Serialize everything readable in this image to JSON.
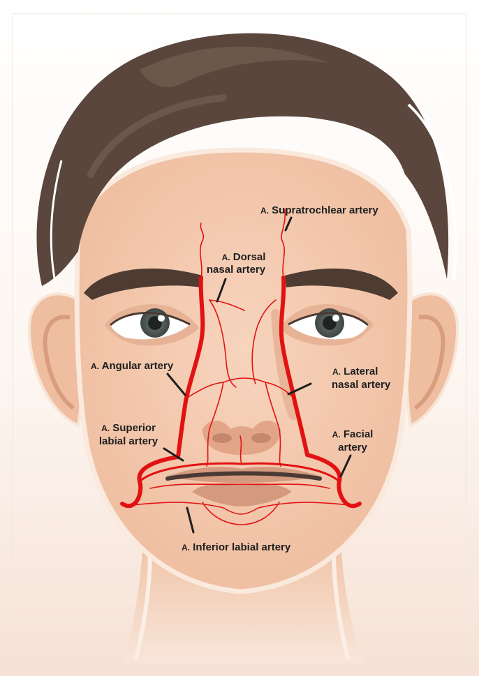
{
  "labels": {
    "supratrochlear": {
      "prefix": "A.",
      "line1": "Supratrochlear artery"
    },
    "dorsal_nasal": {
      "prefix": "A.",
      "line1": "Dorsal",
      "line2": "nasal artery"
    },
    "angular": {
      "prefix": "A.",
      "line1": "Angular artery"
    },
    "lateral_nasal": {
      "prefix": "A.",
      "line1": "Lateral",
      "line2": "nasal artery"
    },
    "superior_labial": {
      "prefix": "A.",
      "line1": "Superior",
      "line2": "labial artery"
    },
    "facial": {
      "prefix": "A.",
      "line1": "Facial",
      "line2": "artery"
    },
    "inferior_labial": {
      "prefix": "A.",
      "line1": "Inferior labial artery"
    }
  },
  "colors": {
    "artery": "#e21212",
    "skin": "#f2c7aa",
    "hair": "#5a463c",
    "label_text": "#1e1e1e",
    "iris": "#55605c"
  }
}
